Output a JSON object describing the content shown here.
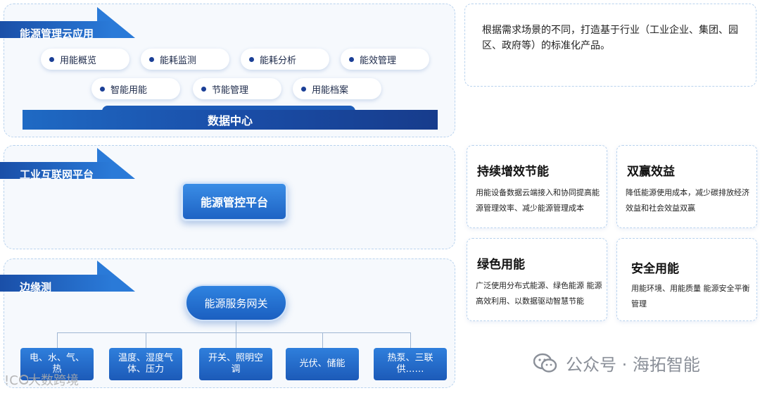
{
  "cloud_app": {
    "title": "能源管理云应用",
    "apps": [
      "用能概览",
      "能耗监测",
      "能耗分析",
      "能效管理",
      "智能用能",
      "节能管理",
      "用能档案"
    ],
    "data_center": "数据中心"
  },
  "iiot": {
    "title": "工业互联网平台",
    "platform": "能源管控平台"
  },
  "edge": {
    "title": "边缘测",
    "gateway": "能源服务网关",
    "leaves": [
      "电、水、气、热",
      "温度、湿度气体、压力",
      "开关、照明空调",
      "光伏、储能",
      "热泵、三联供……"
    ]
  },
  "description": "根据需求场景的不同，打造基于行业（工业企业、集团、园区、政府等）的标准化产品。",
  "benefits": [
    {
      "title": "持续增效节能",
      "body": "用能设备数据云端接入和协同提高能源管理效率、减少能源管理成本"
    },
    {
      "title": "双赢效益",
      "body": "降低能源使用成本，减少碳排放经济效益和社会效益双赢"
    },
    {
      "title": "绿色用能",
      "body": "广泛使用分布式能源、绿色能源 能源高效利用、以数据驱动智慧节能"
    },
    {
      "title": "安全用能",
      "body": "用能环境、用能质量 能源安全平衡管理"
    }
  ],
  "watermarks": {
    "wechat": "公众号 · 海拓智能",
    "dashu": "大数跨境"
  },
  "colors": {
    "accent": "#1b5fc0",
    "panel_border": "#b9d3ee"
  }
}
